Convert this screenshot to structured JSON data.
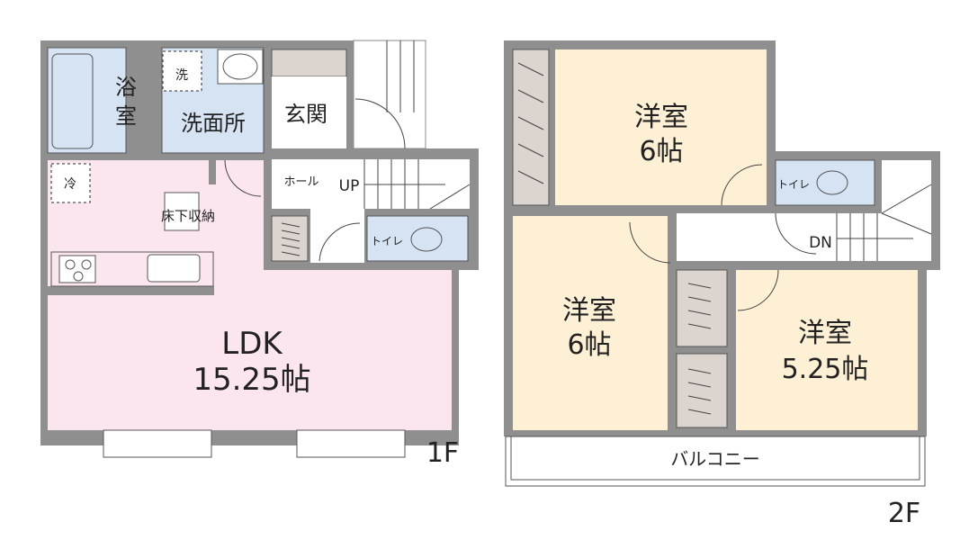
{
  "floor1": {
    "floor_label": "1F",
    "rooms": {
      "bath": "浴室",
      "bath_line1": "浴",
      "bath_line2": "室",
      "washroom": "洗面所",
      "entrance": "玄関",
      "hall": "ホール",
      "stairs": "UP",
      "toilet": "トイレ",
      "underfloor_storage": "床下収納",
      "ldk_name": "LDK",
      "ldk_size": "15.25帖"
    },
    "fixtures": {
      "washer": "洗",
      "fridge": "冷"
    }
  },
  "floor2": {
    "floor_label": "2F",
    "rooms": {
      "room_top_name": "洋室",
      "room_top_size": "6帖",
      "room_left_name": "洋室",
      "room_left_size": "6帖",
      "room_right_name": "洋室",
      "room_right_size": "5.25帖",
      "toilet": "トイレ",
      "stairs": "DN",
      "balcony": "バルコニー"
    }
  },
  "colors": {
    "wall": "#8f8f8f",
    "wet_area": "#d5e3f3",
    "ldk": "#fbe5ef",
    "western_room": "#fdf0d4",
    "closet": "#dcd5cf"
  }
}
